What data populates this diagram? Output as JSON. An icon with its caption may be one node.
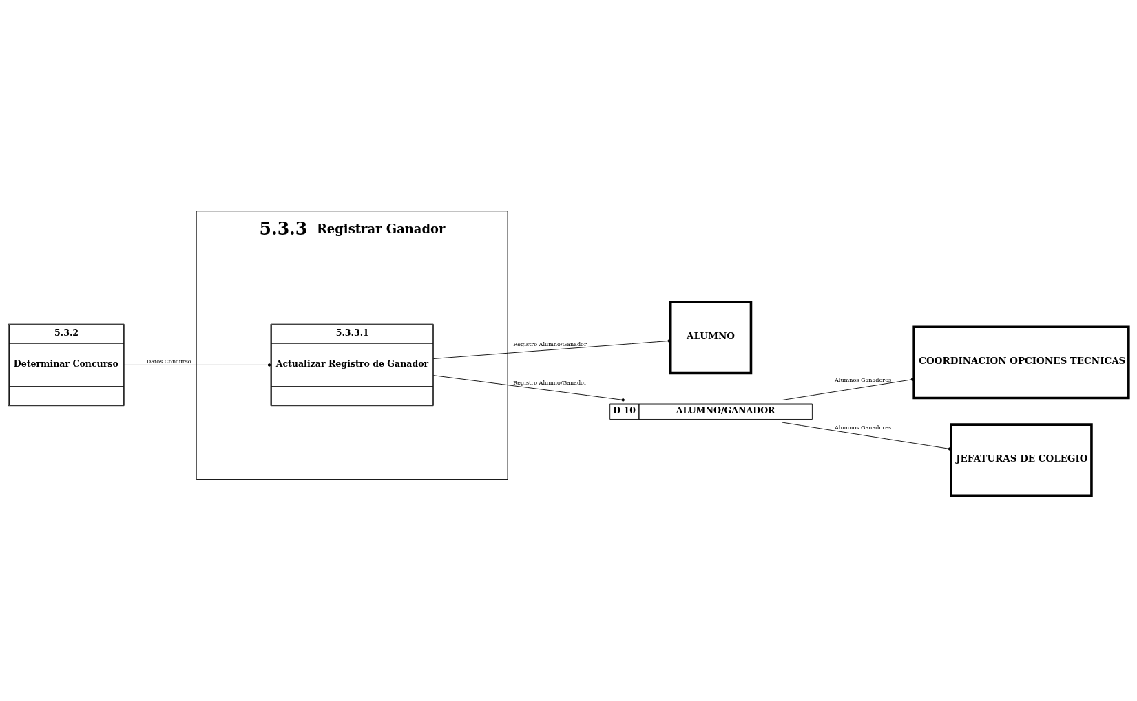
{
  "diagram": {
    "nodes": [
      {
        "text": [
          "5.3.3",
          "Registrar Ganador"
        ]
      },
      {
        "text": [
          "5.3.2",
          "Determinar Concurso"
        ]
      },
      {
        "text": [
          "5.3.3.1",
          "Actualizar Registro de Ganador"
        ],
        "in": 0
      },
      {
        "text": [
          "ALUMNO"
        ]
      },
      {
        "text": [
          "D 10",
          "ALUMNO/GANADOR"
        ]
      },
      {
        "text": [
          "COORDINACION OPCIONES TECNICAS"
        ]
      },
      {
        "text": [
          "JEFATURAS DE COLEGIO"
        ]
      }
    ],
    "edges": [
      {
        "from": 1,
        "to": 2,
        "arrow": "other",
        "label": "Datos Concurso"
      },
      {
        "from": 2,
        "to": 3,
        "arrow": "other",
        "label": "Registro Alumno/Ganador"
      },
      {
        "from": 2,
        "to": 4,
        "arrow": "other",
        "label": "Registro Alumno/Ganador"
      },
      {
        "from": 4,
        "to": 5,
        "arrow": "other",
        "label": "Alumnos Ganadores"
      },
      {
        "from": 4,
        "to": 6,
        "arrow": "other",
        "label": "Alumnos Ganadores"
      }
    ]
  }
}
